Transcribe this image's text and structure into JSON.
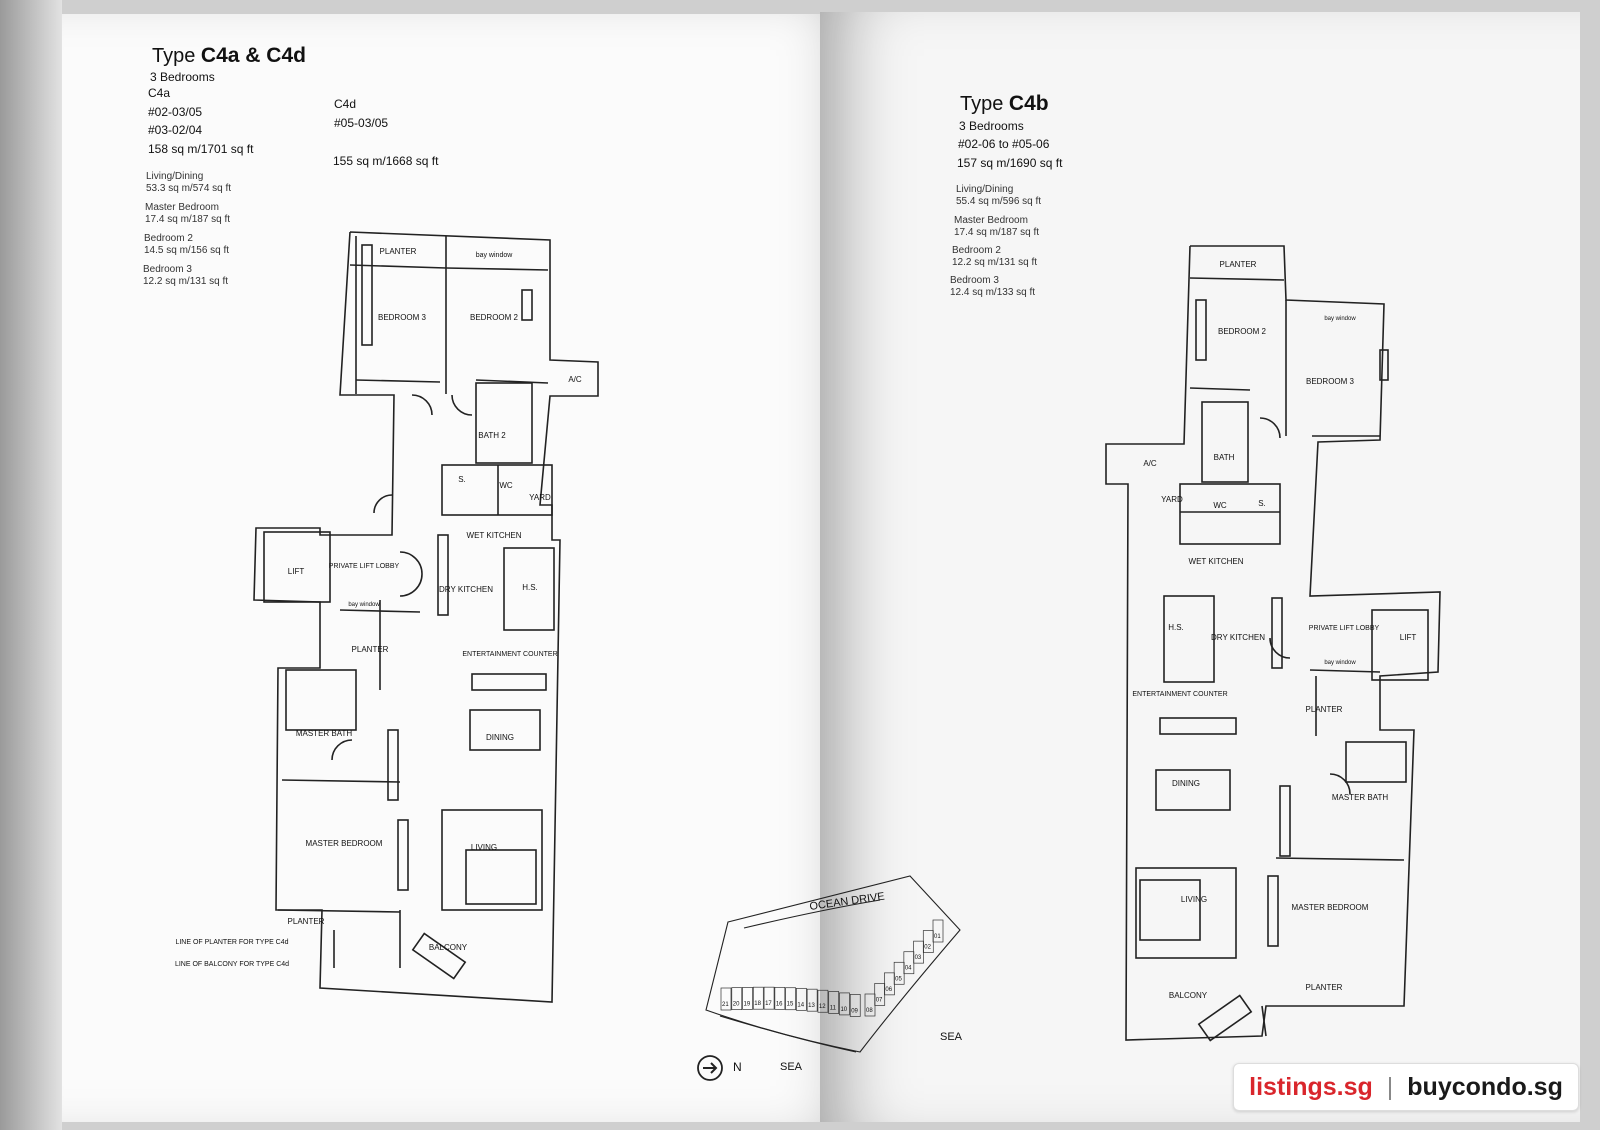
{
  "left": {
    "title_prefix": "Type",
    "title_units": "C4a & C4d",
    "bedrooms": "3 Bedrooms",
    "c4a_label": "C4a",
    "c4a_units_1": "#02-03/05",
    "c4a_units_2": "#03-02/04",
    "c4a_size": "158 sq m/1701 sq ft",
    "c4d_label": "C4d",
    "c4d_units": "#05-03/05",
    "c4d_size": "155 sq m/1668 sq ft",
    "areas": [
      {
        "name": "Living/Dining",
        "size": "53.3 sq m/574 sq ft"
      },
      {
        "name": "Master Bedroom",
        "size": "17.4 sq m/187 sq ft"
      },
      {
        "name": "Bedroom 2",
        "size": "14.5 sq m/156 sq ft"
      },
      {
        "name": "Bedroom 3",
        "size": "12.2 sq m/131 sq ft"
      }
    ],
    "plan": {
      "planter_top": "PLANTER",
      "bay_window_top": "bay window",
      "bedroom3": "BEDROOM 3",
      "bedroom2": "BEDROOM 2",
      "ac": "A/C",
      "bath2": "BATH 2",
      "s": "S.",
      "wc": "WC",
      "yard": "YARD",
      "wet_kitchen": "WET KITCHEN",
      "lift": "LIFT",
      "private_lift_lobby": "PRIVATE LIFT LOBBY",
      "bay_window_lobby": "bay window",
      "dry_kitchen": "DRY KITCHEN",
      "hs": "H.S.",
      "planter_mid": "PLANTER",
      "entertainment_counter": "ENTERTAINMENT COUNTER",
      "master_bath": "MASTER BATH",
      "dining": "DINING",
      "master_bedroom": "MASTER BEDROOM",
      "living": "LIVING",
      "planter_bottom": "PLANTER",
      "balcony": "BALCONY",
      "line_planter": "LINE OF PLANTER FOR TYPE C4d",
      "line_balcony": "LINE OF BALCONY FOR TYPE C4d"
    }
  },
  "right": {
    "title_prefix": "Type",
    "title_units": "C4b",
    "bedrooms": "3 Bedrooms",
    "units": "#02-06 to #05-06",
    "size": "157 sq m/1690 sq ft",
    "areas": [
      {
        "name": "Living/Dining",
        "size": "55.4 sq m/596 sq ft"
      },
      {
        "name": "Master Bedroom",
        "size": "17.4 sq m/187 sq ft"
      },
      {
        "name": "Bedroom 2",
        "size": "12.2 sq m/131 sq ft"
      },
      {
        "name": "Bedroom 3",
        "size": "12.4 sq m/133 sq ft"
      }
    ],
    "plan": {
      "planter_top": "PLANTER",
      "bay_window": "bay window",
      "bedroom2": "BEDROOM 2",
      "bedroom3": "BEDROOM 3",
      "ac": "A/C",
      "bath": "BATH",
      "yard": "YARD",
      "wc": "WC",
      "s": "S.",
      "wet_kitchen": "WET KITCHEN",
      "hs": "H.S.",
      "dry_kitchen": "DRY KITCHEN",
      "private_lift_lobby": "PRIVATE LIFT LOBBY",
      "lift": "LIFT",
      "bay_window_lobby": "bay window",
      "entertainment_counter": "ENTERTAINMENT COUNTER",
      "planter_mid": "PLANTER",
      "dining": "DINING",
      "master_bath": "MASTER BATH",
      "living": "LIVING",
      "master_bedroom": "MASTER BEDROOM",
      "balcony": "BALCONY",
      "planter_bottom": "PLANTER"
    }
  },
  "site_plan": {
    "road": "OCEAN DRIVE",
    "sea_right": "SEA",
    "sea_bottom": "SEA",
    "north": "N",
    "block_numbers": [
      "21",
      "20",
      "19",
      "18",
      "17",
      "16",
      "15",
      "14",
      "13",
      "12",
      "11",
      "10",
      "09",
      "08",
      "07",
      "06",
      "05",
      "04",
      "03",
      "02",
      "01"
    ]
  },
  "watermark": {
    "site_a": "listings.sg",
    "separator": "|",
    "site_b": "buycondo.sg"
  },
  "colors": {
    "watermark_red": "#d9262c"
  }
}
